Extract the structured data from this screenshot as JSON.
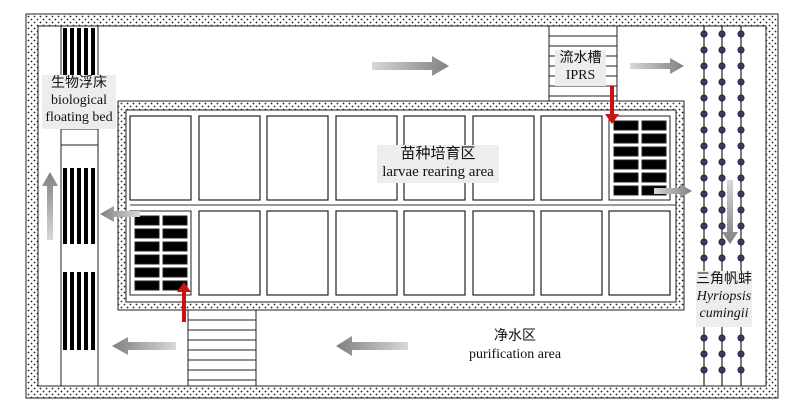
{
  "labels": {
    "floating_bed_cn": "生物浮床",
    "floating_bed_en1": "biological",
    "floating_bed_en2": "floating bed",
    "iprs_cn": "流水槽",
    "iprs_en": "IPRS",
    "rearing_cn": "苗种培育区",
    "rearing_en": "larvae rearing area",
    "mussel_cn": "三角帆蚌",
    "mussel_en1": "Hyriopsis",
    "mussel_en2": "cumingii",
    "purification_cn": "净水区",
    "purification_en": "purification area"
  },
  "colors": {
    "flow_arrow": "#a8a8a8",
    "inflow_arrow": "#cc1111",
    "mussel_dot": "#3a3a6a"
  }
}
